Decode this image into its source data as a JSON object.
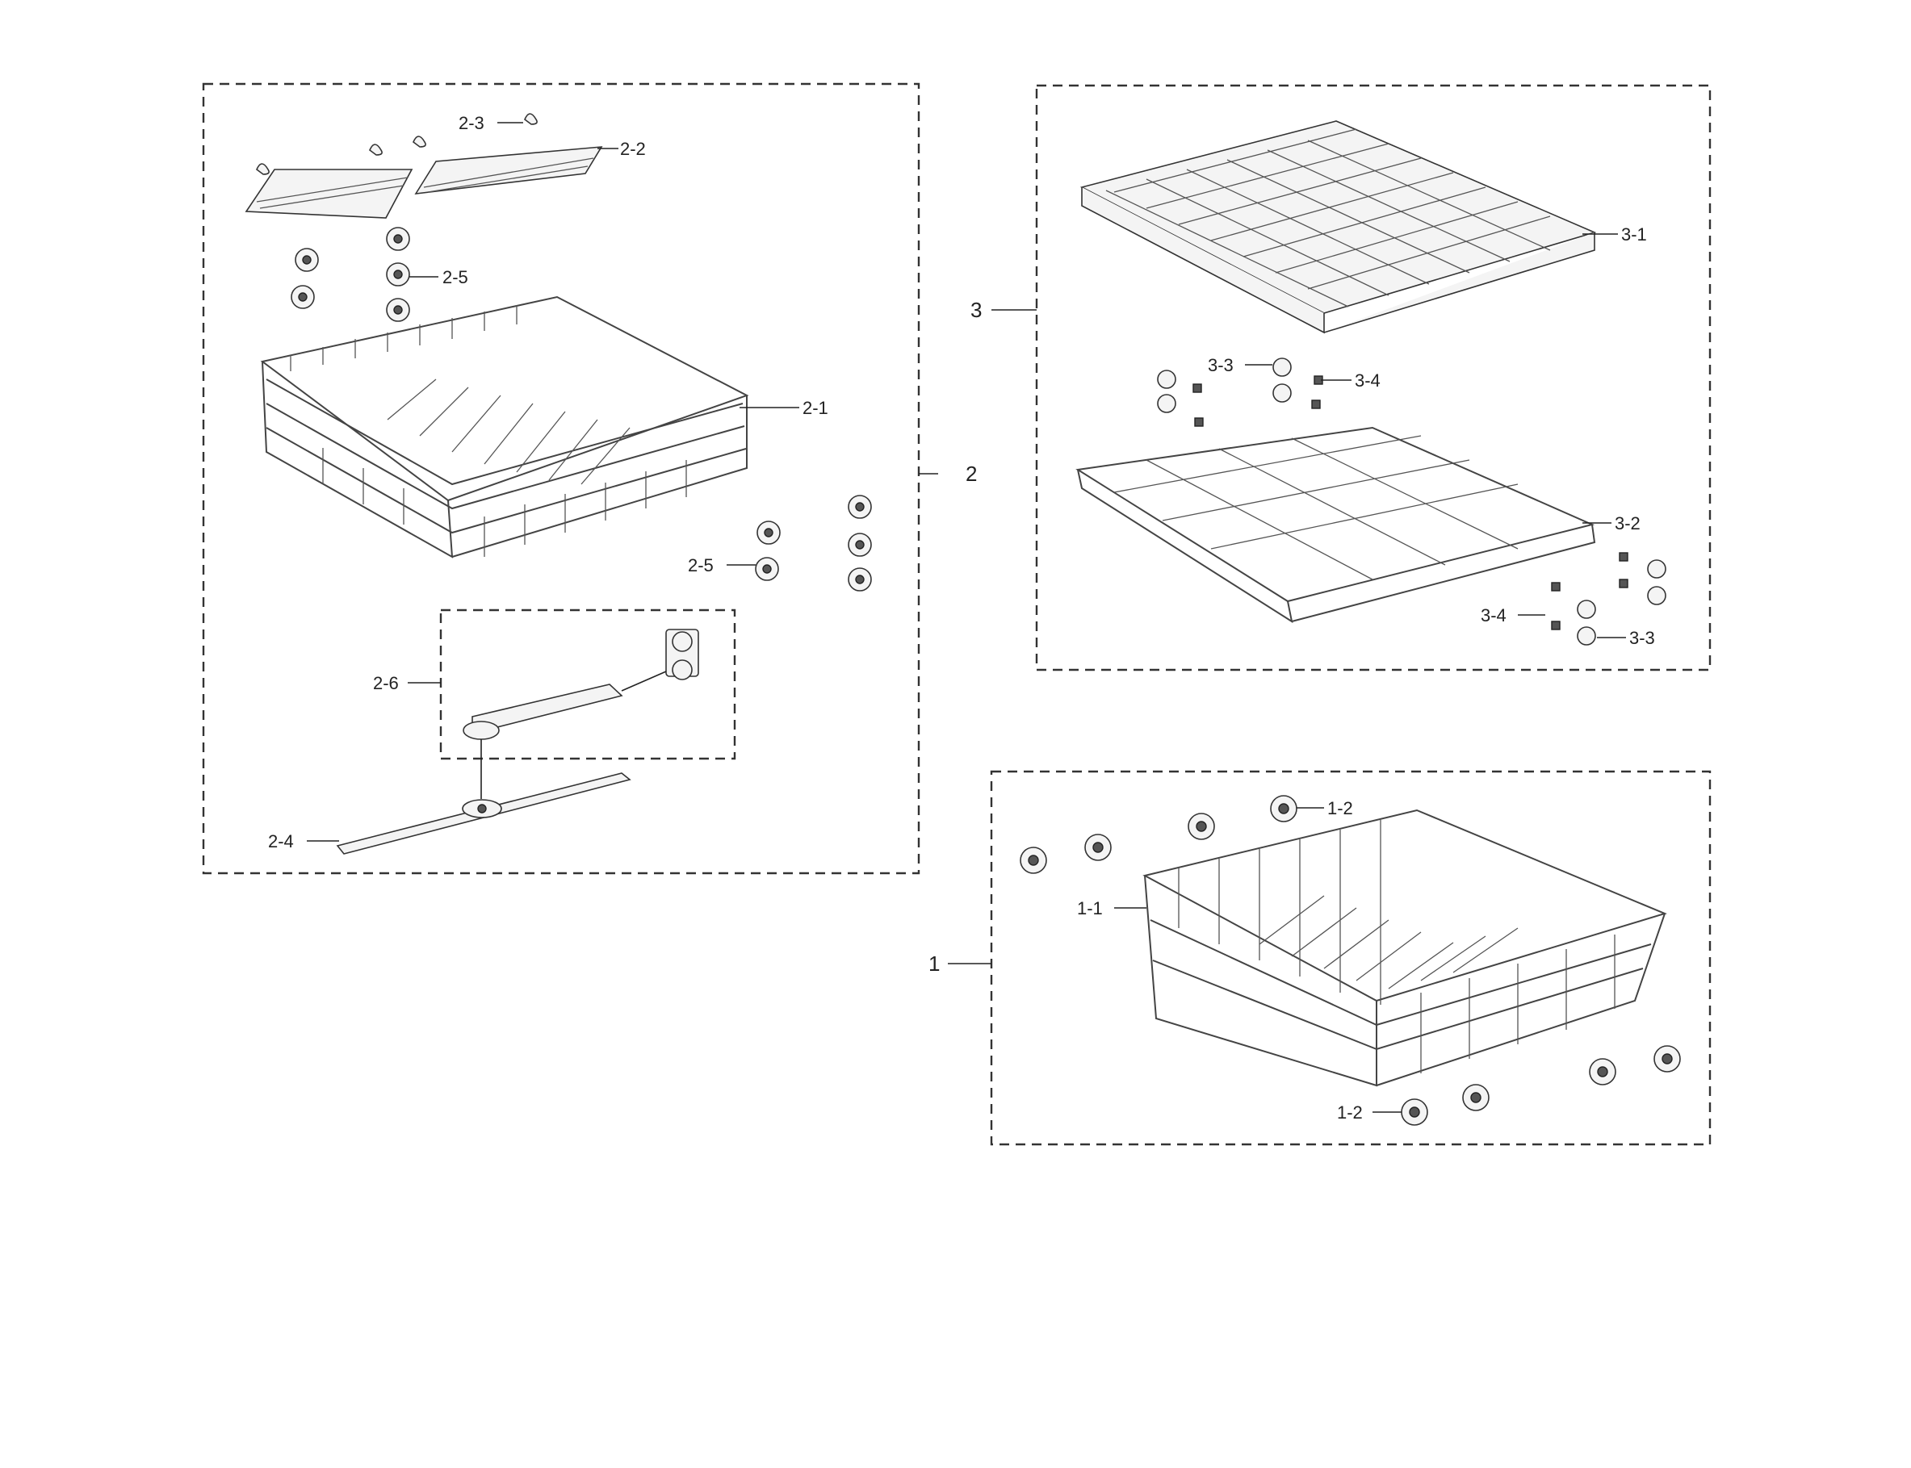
{
  "callouts": {
    "c2_3": "2-3",
    "c2_2": "2-2",
    "c2_5a": "2-5",
    "c2_1": "2-1",
    "c2": "2",
    "c2_5b": "2-5",
    "c2_6": "2-6",
    "c2_4": "2-4",
    "c3": "3",
    "c3_1": "3-1",
    "c3_3a": "3-3",
    "c3_4a": "3-4",
    "c3_2": "3-2",
    "c3_4b": "3-4",
    "c3_3b": "3-3",
    "c1": "1",
    "c1_2a": "1-2",
    "c1_1": "1-1",
    "c1_2b": "1-2"
  },
  "icons": {
    "upper_rack": "upper-rack-icon",
    "upper_spray_arm": "upper-spray-arm-icon",
    "cutlery_tray": "cutlery-tray-icon",
    "tray_rail": "tray-rail-icon",
    "lower_rack": "lower-rack-icon",
    "roller_wheel": "roller-wheel-icon"
  }
}
